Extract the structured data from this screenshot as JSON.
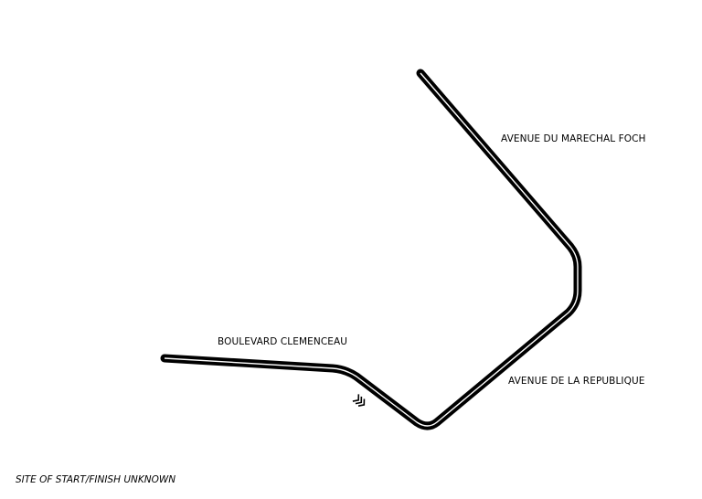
{
  "map": {
    "streets": {
      "foch": "AVENUE DU MARECHAL FOCH",
      "republique": "AVENUE DE LA REPUBLIQUE",
      "clemenceau": "BOULEVARD CLEMENCEAU"
    },
    "note": "SITE OF START/FINISH UNKNOWN"
  },
  "colors": {
    "track_outer": "#000000",
    "track_inner": "#ffffff",
    "background": "#ffffff"
  },
  "icons": {
    "direction": "direction-chevrons-icon"
  }
}
